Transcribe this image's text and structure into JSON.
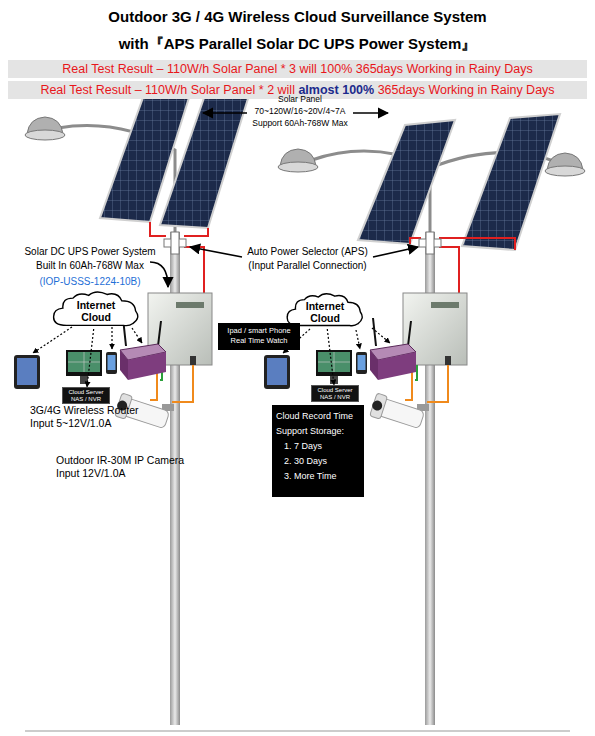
{
  "diagram": {
    "title": "Outdoor 3G / 4G Wireless Cloud Surveillance System with『APS Parallel Solar DC UPS Power System』",
    "nodes": [
      {
        "text": [
          "Real Test Result – 110W/h Solar Panel * 3 will 100% 365days Working in Rainy Days"
        ]
      },
      {
        "text": [
          "Real Test Result – 110W/h Solar Panel * 2 will",
          "almost 100%",
          "365days Working in Rainy Days"
        ]
      },
      {
        "text": [
          "Internet Cloud"
        ]
      },
      {
        "text": [
          "Internet Cloud"
        ]
      },
      {
        "text": [
          "Ipad / smart Phone Real Time Watch"
        ]
      },
      {
        "text": [
          "Cloud Server NAS / NVR"
        ]
      },
      {
        "text": [
          "Cloud Server NAS / NVR"
        ]
      },
      {
        "text": [
          "Cloud Record Time Support Storage:",
          "1. 7 Days",
          "2. 30 Days",
          "3. More Time"
        ]
      }
    ],
    "edges": [
      {
        "from": 2,
        "to": 5,
        "arrow": "to"
      },
      {
        "from": 3,
        "to": 6,
        "arrow": "to"
      }
    ],
    "labels": [
      "Solar Panel 70~120W/16~20V/4~7A Support 60Ah-768W Max",
      "Solar DC UPS Power System Built In 60Ah-768W Max",
      "(IOP-USSS-1224-10B)",
      "Auto Power Selector (APS) (Input Parallel Connection)",
      "3G/4G Wireless Router Input 5~12V/1.0A",
      "Outdoor IR-30M IP Camera Input 12V/1.0A"
    ]
  }
}
